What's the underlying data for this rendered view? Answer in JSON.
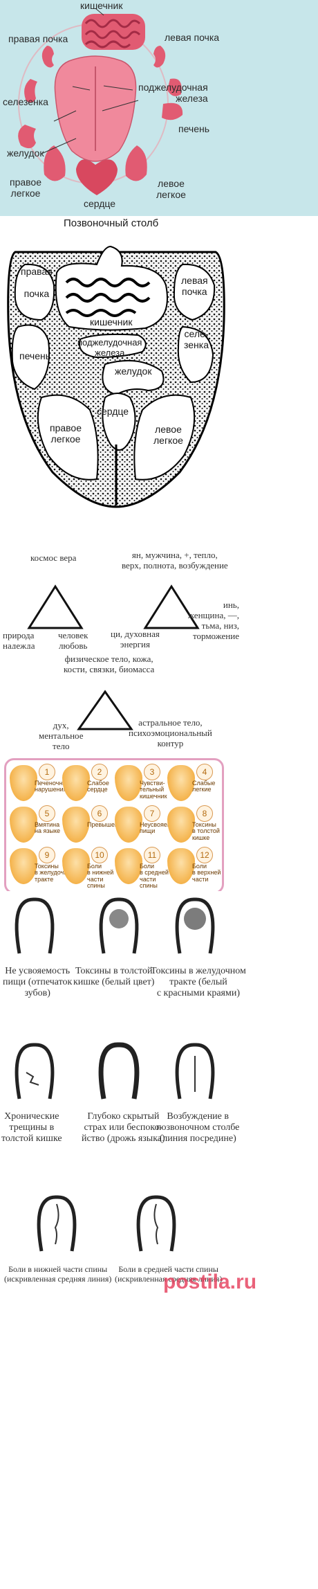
{
  "panel1": {
    "labels": {
      "kishechnik": "кишечник",
      "pravaya_pochka": "правая почка",
      "levaya_pochka": "левая почка",
      "selezenka": "селезенка",
      "podzheludochnaya": "поджелудочная\nжелеза",
      "pechen": "печень",
      "zheludok": "желудок",
      "pravoe_legkoe": "правое\nлегкое",
      "levoe_legkoe": "левое\nлегкое",
      "serdce": "сердце"
    },
    "colors": {
      "background": "#c7e6ea",
      "tongue": "#f0899c",
      "organs": "#e15b72"
    }
  },
  "panel2": {
    "title": "Позвоночный столб",
    "labels": {
      "pravaya_pochka": "правая\n\nпочка",
      "levaya_pochka": "левая\nпочка",
      "kishechnik": "кишечник",
      "selezenka": "селе-\nзенка",
      "pechen": "печень",
      "podzheludochnaya": "поджелудочная\nжелеза",
      "zheludok": "желудок",
      "serdce": "сердце",
      "pravoe_legkoe": "правое\nлегкое",
      "levoe_legkoe": "левое\nлегкое"
    }
  },
  "panel3": {
    "left_top": "космос вера",
    "left_bottom_left": "природа\nнадежда",
    "left_bottom_right": "человек\nлюбовь",
    "right_top": "ян, мужчина, +, тепло,\nверх, полнота, возбуждение",
    "right_bottom_left": "ци, духовная\nэнергия",
    "right_bottom_right": "инь,\nженщина, —,\nтьма, низ,\nторможение"
  },
  "panel4": {
    "top": "физическое тело, кожа,\nкости, связки, биомасса",
    "bottom_left": "дух,\nментальное\nтело",
    "bottom_right": "астральное тело,\nпсихоэмоциональный\nконтур"
  },
  "panel5": {
    "cells": [
      {
        "num": "1",
        "text": "Печеночные\nнарушения"
      },
      {
        "num": "2",
        "text": "Слабое\nсердце"
      },
      {
        "num": "3",
        "text": "Чувстви-\nтельный\nкишечник"
      },
      {
        "num": "4",
        "text": "Слабые\nлегкие"
      },
      {
        "num": "5",
        "text": "Вмятина\nна языке"
      },
      {
        "num": "6",
        "text": "Превышение"
      },
      {
        "num": "7",
        "text": "Неусвояемость\nпищи"
      },
      {
        "num": "8",
        "text": "Токсины\nв толстой\nкишке"
      },
      {
        "num": "9",
        "text": "Токсины\nв желудочном\nтракте"
      },
      {
        "num": "10",
        "text": "Боли\nв нижней\nчасти\nспины"
      },
      {
        "num": "11",
        "text": "Боли\nв средней\nчасти\nспины"
      },
      {
        "num": "12",
        "text": "Боли\nв верхней\nчасти"
      }
    ],
    "colors": {
      "border": "#e3a0c0",
      "tongue": "#f4b24a",
      "tongue_light": "#fde0a8"
    }
  },
  "panel6": {
    "captions": [
      "Не усвояемость\nпищи (отпечаток\nзубов)",
      "Токсины в толстой\nкишке (белый цвет)",
      "Токсины в желудочном\nтракте (белый\nс красными краями)",
      "Хронические\nтрещины в\nтолстой кишке",
      "Глубоко скрытый\nстрах или беспоко-\nйство (дрожь языка)",
      "Возбуждение в\nпозвоночном столбе\n(линия посредине)",
      "Боли в нижней части спины\n(искривленная средняя линия)",
      "Боли в средней части спины\n(искривленная средняя линия)"
    ],
    "watermark": "postila.ru"
  }
}
